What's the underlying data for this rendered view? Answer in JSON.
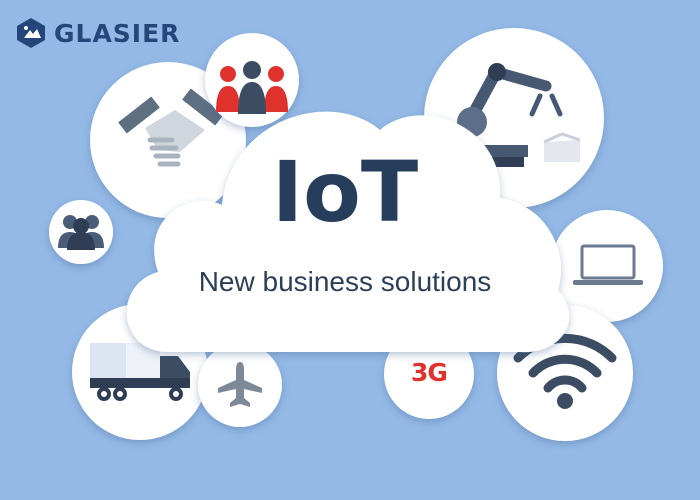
{
  "brand": {
    "name": "GLASIER",
    "color": "#25467a"
  },
  "hero": {
    "title": "IoT",
    "subtitle": "New business solutions"
  },
  "badges": {
    "network": "3G"
  },
  "colors": {
    "background": "#94b9e6",
    "cloud": "#ffffff",
    "dark": "#263e5c",
    "accent_red": "#e0322d"
  },
  "icons": [
    "handshake-icon",
    "people-group-icon",
    "robotic-arm-icon",
    "users-icon",
    "laptop-icon",
    "truck-icon",
    "airplane-icon",
    "network-3g-icon",
    "wifi-icon"
  ]
}
